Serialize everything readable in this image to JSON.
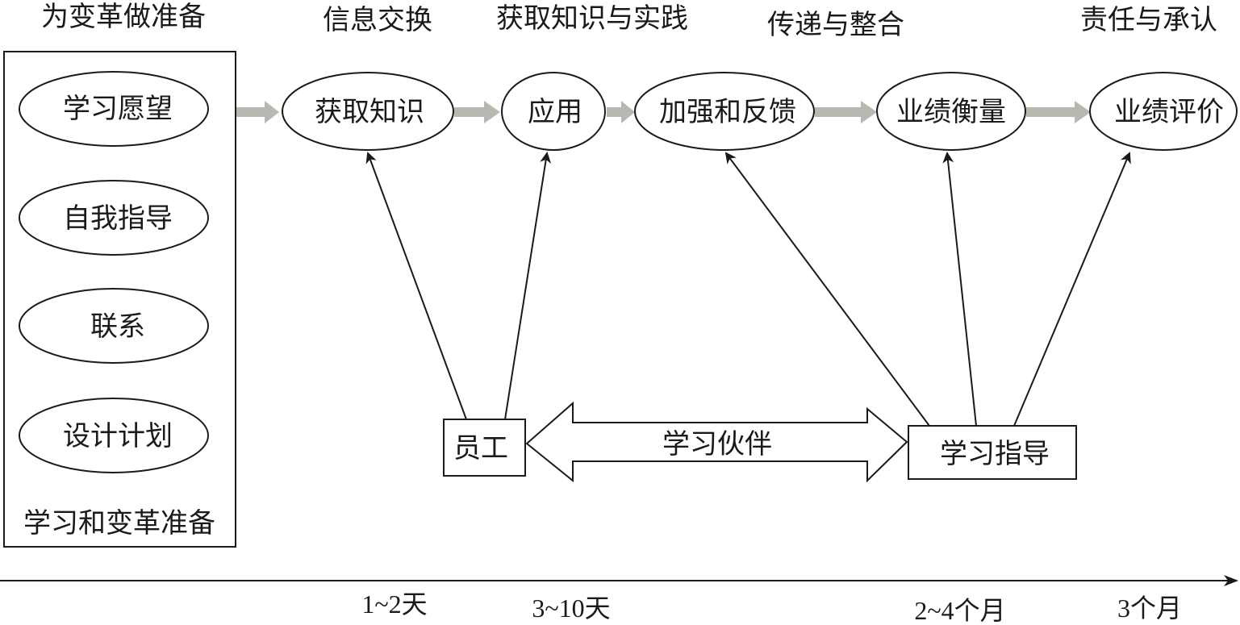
{
  "stages": {
    "prepare_change": "为变革做准备",
    "info_exchange": "信息交换",
    "acquire_practice": "获取知识与实践",
    "transfer_integrate": "传递与整合",
    "responsibility": "责任与承认"
  },
  "prep_box": {
    "items": [
      "学习愿望",
      "自我指导",
      "联系",
      "设计计划"
    ],
    "caption": "学习和变革准备"
  },
  "flow": {
    "acquire_knowledge": "获取知识",
    "apply": "应用",
    "reinforce_feedback": "加强和反馈",
    "performance_measure": "业绩衡量",
    "performance_review": "业绩评价"
  },
  "people": {
    "employee": "员工",
    "partner": "学习伙伴",
    "mentor": "学习指导"
  },
  "timeline": {
    "t1": "1~2天",
    "t2": "3~10天",
    "t3": "2~4个月",
    "t4": "3个月"
  },
  "colors": {
    "stroke": "#1a1a1a",
    "flow_arrow": "#b8b8b0"
  }
}
